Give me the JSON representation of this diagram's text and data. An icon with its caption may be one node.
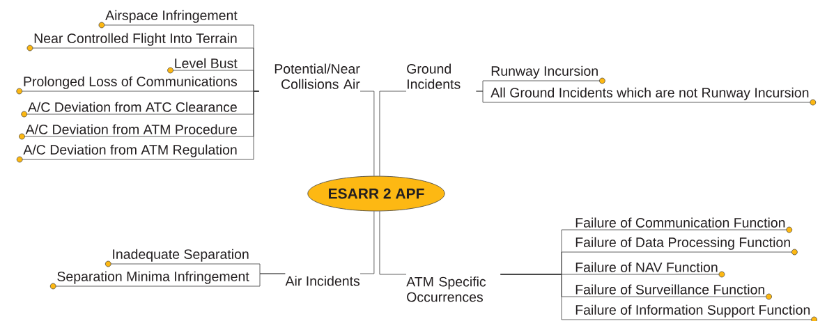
{
  "diagram": {
    "nodes": [
      {
        "text": [
          "ESARR 2 APF"
        ]
      },
      {
        "text": [
          "Potential/Near Collisions Air"
        ]
      },
      {
        "text": [
          "Airspace Infringement"
        ]
      },
      {
        "text": [
          "Near Controlled Flight Into Terrain"
        ]
      },
      {
        "text": [
          "Level Bust"
        ]
      },
      {
        "text": [
          "Prolonged Loss of Communications"
        ]
      },
      {
        "text": [
          "A/C Deviation from ATC Clearance"
        ]
      },
      {
        "text": [
          "A/C Deviation from ATM Procedure"
        ]
      },
      {
        "text": [
          "A/C Deviation from ATM Regulation"
        ]
      },
      {
        "text": [
          "Ground Incidents"
        ]
      },
      {
        "text": [
          "Runway Incursion"
        ]
      },
      {
        "text": [
          "All Ground Incidents which are not Runway Incursion"
        ]
      },
      {
        "text": [
          "Air Incidents"
        ]
      },
      {
        "text": [
          "Inadequate Separation"
        ]
      },
      {
        "text": [
          "Separation Minima Infringement"
        ]
      },
      {
        "text": [
          "ATM Specific Occurrences"
        ]
      },
      {
        "text": [
          "Failure of Communication Function"
        ]
      },
      {
        "text": [
          "Failure of Data Processing Function"
        ]
      },
      {
        "text": [
          "Failure of NAV Function"
        ]
      },
      {
        "text": [
          "Failure of Surveillance Function"
        ]
      },
      {
        "text": [
          "Failure of Information Support Function"
        ]
      }
    ],
    "edges": [
      {
        "from": 0,
        "to": 1,
        "arrow": "none"
      },
      {
        "from": 0,
        "to": 9,
        "arrow": "none"
      },
      {
        "from": 0,
        "to": 12,
        "arrow": "none"
      },
      {
        "from": 0,
        "to": 15,
        "arrow": "none"
      },
      {
        "from": 1,
        "to": 2,
        "arrow": "none"
      },
      {
        "from": 1,
        "to": 3,
        "arrow": "none"
      },
      {
        "from": 1,
        "to": 4,
        "arrow": "none"
      },
      {
        "from": 1,
        "to": 5,
        "arrow": "none"
      },
      {
        "from": 1,
        "to": 6,
        "arrow": "none"
      },
      {
        "from": 1,
        "to": 7,
        "arrow": "none"
      },
      {
        "from": 1,
        "to": 8,
        "arrow": "none"
      },
      {
        "from": 9,
        "to": 10,
        "arrow": "none"
      },
      {
        "from": 9,
        "to": 11,
        "arrow": "none"
      },
      {
        "from": 12,
        "to": 13,
        "arrow": "none"
      },
      {
        "from": 12,
        "to": 14,
        "arrow": "none"
      },
      {
        "from": 15,
        "to": 16,
        "arrow": "none"
      },
      {
        "from": 15,
        "to": 17,
        "arrow": "none"
      },
      {
        "from": 15,
        "to": 18,
        "arrow": "none"
      },
      {
        "from": 15,
        "to": 19,
        "arrow": "none"
      },
      {
        "from": 15,
        "to": 20,
        "arrow": "none"
      }
    ]
  }
}
